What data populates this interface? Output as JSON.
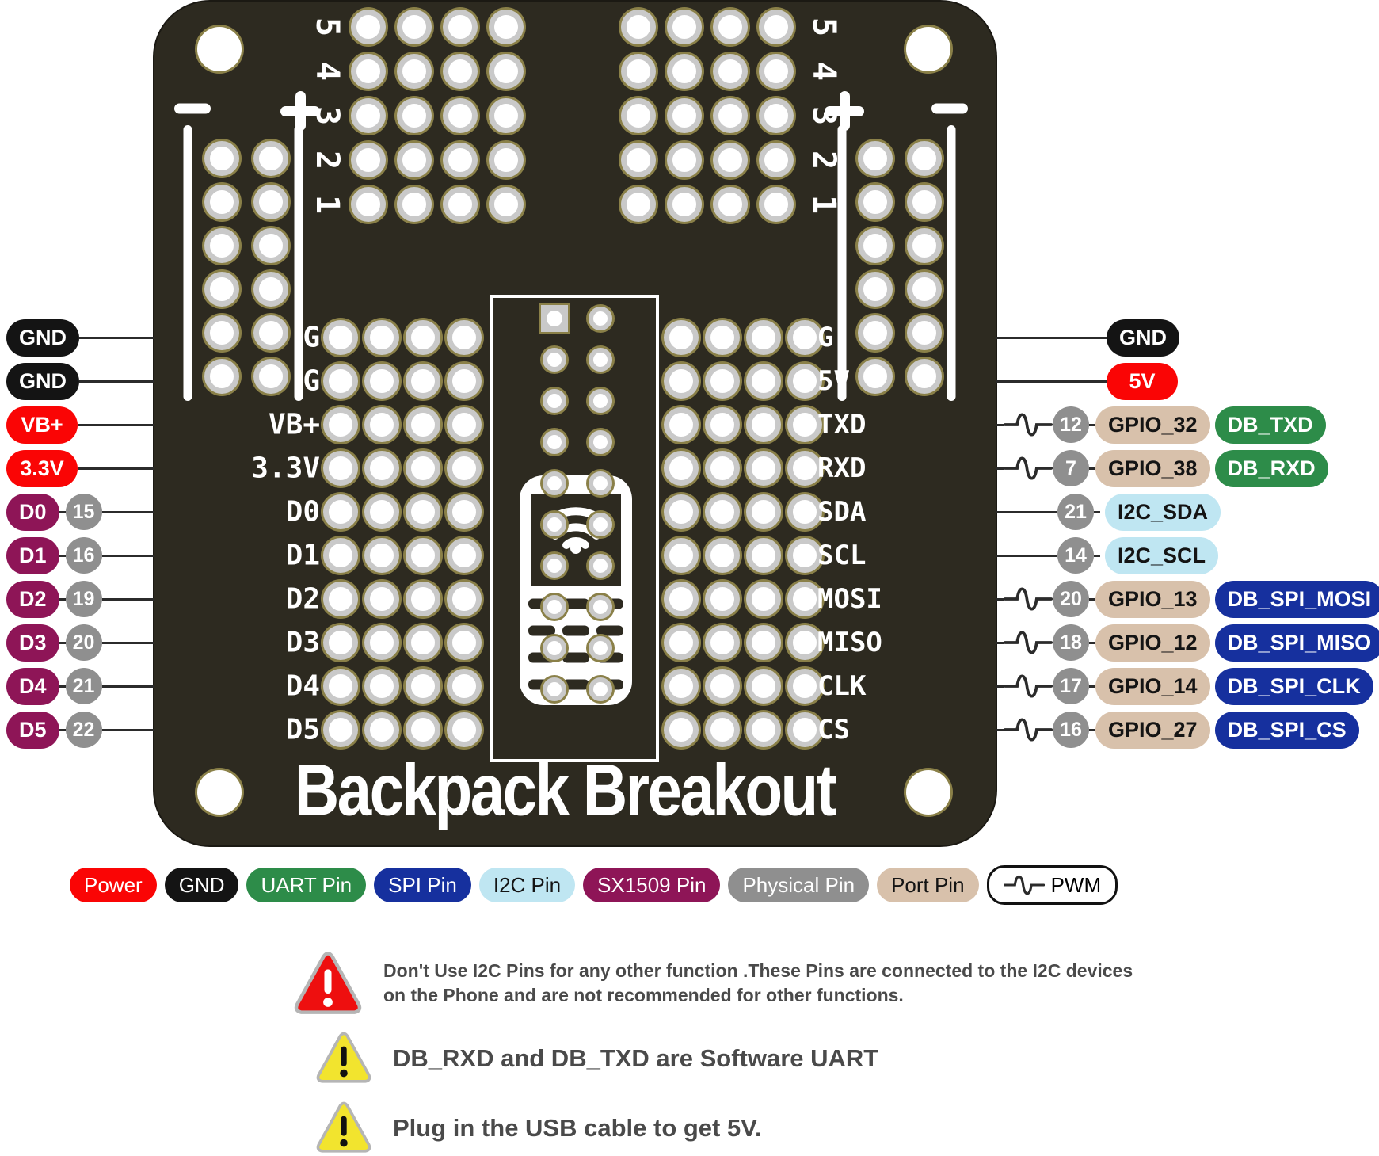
{
  "board": {
    "title": "Backpack Breakout",
    "left_labels": [
      "G",
      "G",
      "VB+",
      "3.3V",
      "D0",
      "D1",
      "D2",
      "D3",
      "D4",
      "D5"
    ],
    "right_labels": [
      "G",
      "5V",
      "TXD",
      "RXD",
      "SDA",
      "SCL",
      "MOSI",
      "MISO",
      "CLK",
      "CS"
    ],
    "grid_numbers": [
      "5",
      "4",
      "3",
      "2",
      "1"
    ],
    "plus_mark": "+",
    "minus_mark": "-"
  },
  "colors": {
    "board": "#2d2a20",
    "silkscreen": "#ffffff",
    "pad_ring": "#8a8048",
    "pad_plating": "#c9c9c9",
    "wire": "#2b2b2b",
    "power": "#fa0505",
    "gnd": "#141414",
    "uart": "#2d8c49",
    "spi": "#16309e",
    "i2c": "#bfe6f2",
    "sx1509": "#8e1557",
    "physical": "#8f8f8f",
    "port": "#d8c1ab",
    "warning_red": "#ee0f0f",
    "warning_yellow": "#f2e42e",
    "warning_text": "#4a4a4a"
  },
  "left_pins": [
    {
      "label": "GND",
      "type": "gnd"
    },
    {
      "label": "GND",
      "type": "gnd"
    },
    {
      "label": "VB+",
      "type": "power"
    },
    {
      "label": "3.3V",
      "type": "power"
    },
    {
      "label": "D0",
      "type": "sx1509",
      "physical": "15"
    },
    {
      "label": "D1",
      "type": "sx1509",
      "physical": "16"
    },
    {
      "label": "D2",
      "type": "sx1509",
      "physical": "19"
    },
    {
      "label": "D3",
      "type": "sx1509",
      "physical": "20"
    },
    {
      "label": "D4",
      "type": "sx1509",
      "physical": "21"
    },
    {
      "label": "D5",
      "type": "sx1509",
      "physical": "22"
    }
  ],
  "right_pins": [
    {
      "label": "GND",
      "type": "gnd",
      "pwm": false
    },
    {
      "label": "5V",
      "type": "power",
      "pwm": false
    },
    {
      "pwm": true,
      "physical": "12",
      "port": "GPIO_32",
      "func": "DB_TXD",
      "func_type": "uart"
    },
    {
      "pwm": true,
      "physical": "7",
      "port": "GPIO_38",
      "func": "DB_RXD",
      "func_type": "uart"
    },
    {
      "pwm": false,
      "physical": "21",
      "func": "I2C_SDA",
      "func_type": "i2c"
    },
    {
      "pwm": false,
      "physical": "14",
      "func": "I2C_SCL",
      "func_type": "i2c"
    },
    {
      "pwm": true,
      "physical": "20",
      "port": "GPIO_13",
      "func": "DB_SPI_MOSI",
      "func_type": "spi"
    },
    {
      "pwm": true,
      "physical": "18",
      "port": "GPIO_12",
      "func": "DB_SPI_MISO",
      "func_type": "spi"
    },
    {
      "pwm": true,
      "physical": "17",
      "port": "GPIO_14",
      "func": "DB_SPI_CLK",
      "func_type": "spi"
    },
    {
      "pwm": true,
      "physical": "16",
      "port": "GPIO_27",
      "func": "DB_SPI_CS",
      "func_type": "spi"
    }
  ],
  "legend": {
    "items": [
      {
        "label": "Power",
        "type": "power"
      },
      {
        "label": "GND",
        "type": "gnd"
      },
      {
        "label": "UART Pin",
        "type": "uart"
      },
      {
        "label": "SPI Pin",
        "type": "spi"
      },
      {
        "label": "I2C Pin",
        "type": "i2c"
      },
      {
        "label": "SX1509 Pin",
        "type": "sx1509"
      },
      {
        "label": "Physical Pin",
        "type": "physical"
      },
      {
        "label": "Port Pin",
        "type": "port"
      },
      {
        "label": "PWM",
        "type": "pwm"
      }
    ]
  },
  "warnings": [
    {
      "severity": "danger",
      "lines": [
        "Don't Use I2C Pins for any other function .These Pins are connected to the I2C devices",
        "on the Phone and are not recommended for other functions."
      ]
    },
    {
      "severity": "caution",
      "lines": [
        "DB_RXD and DB_TXD are Software UART"
      ]
    },
    {
      "severity": "caution",
      "lines": [
        "Plug in the USB cable to get 5V."
      ]
    }
  ]
}
